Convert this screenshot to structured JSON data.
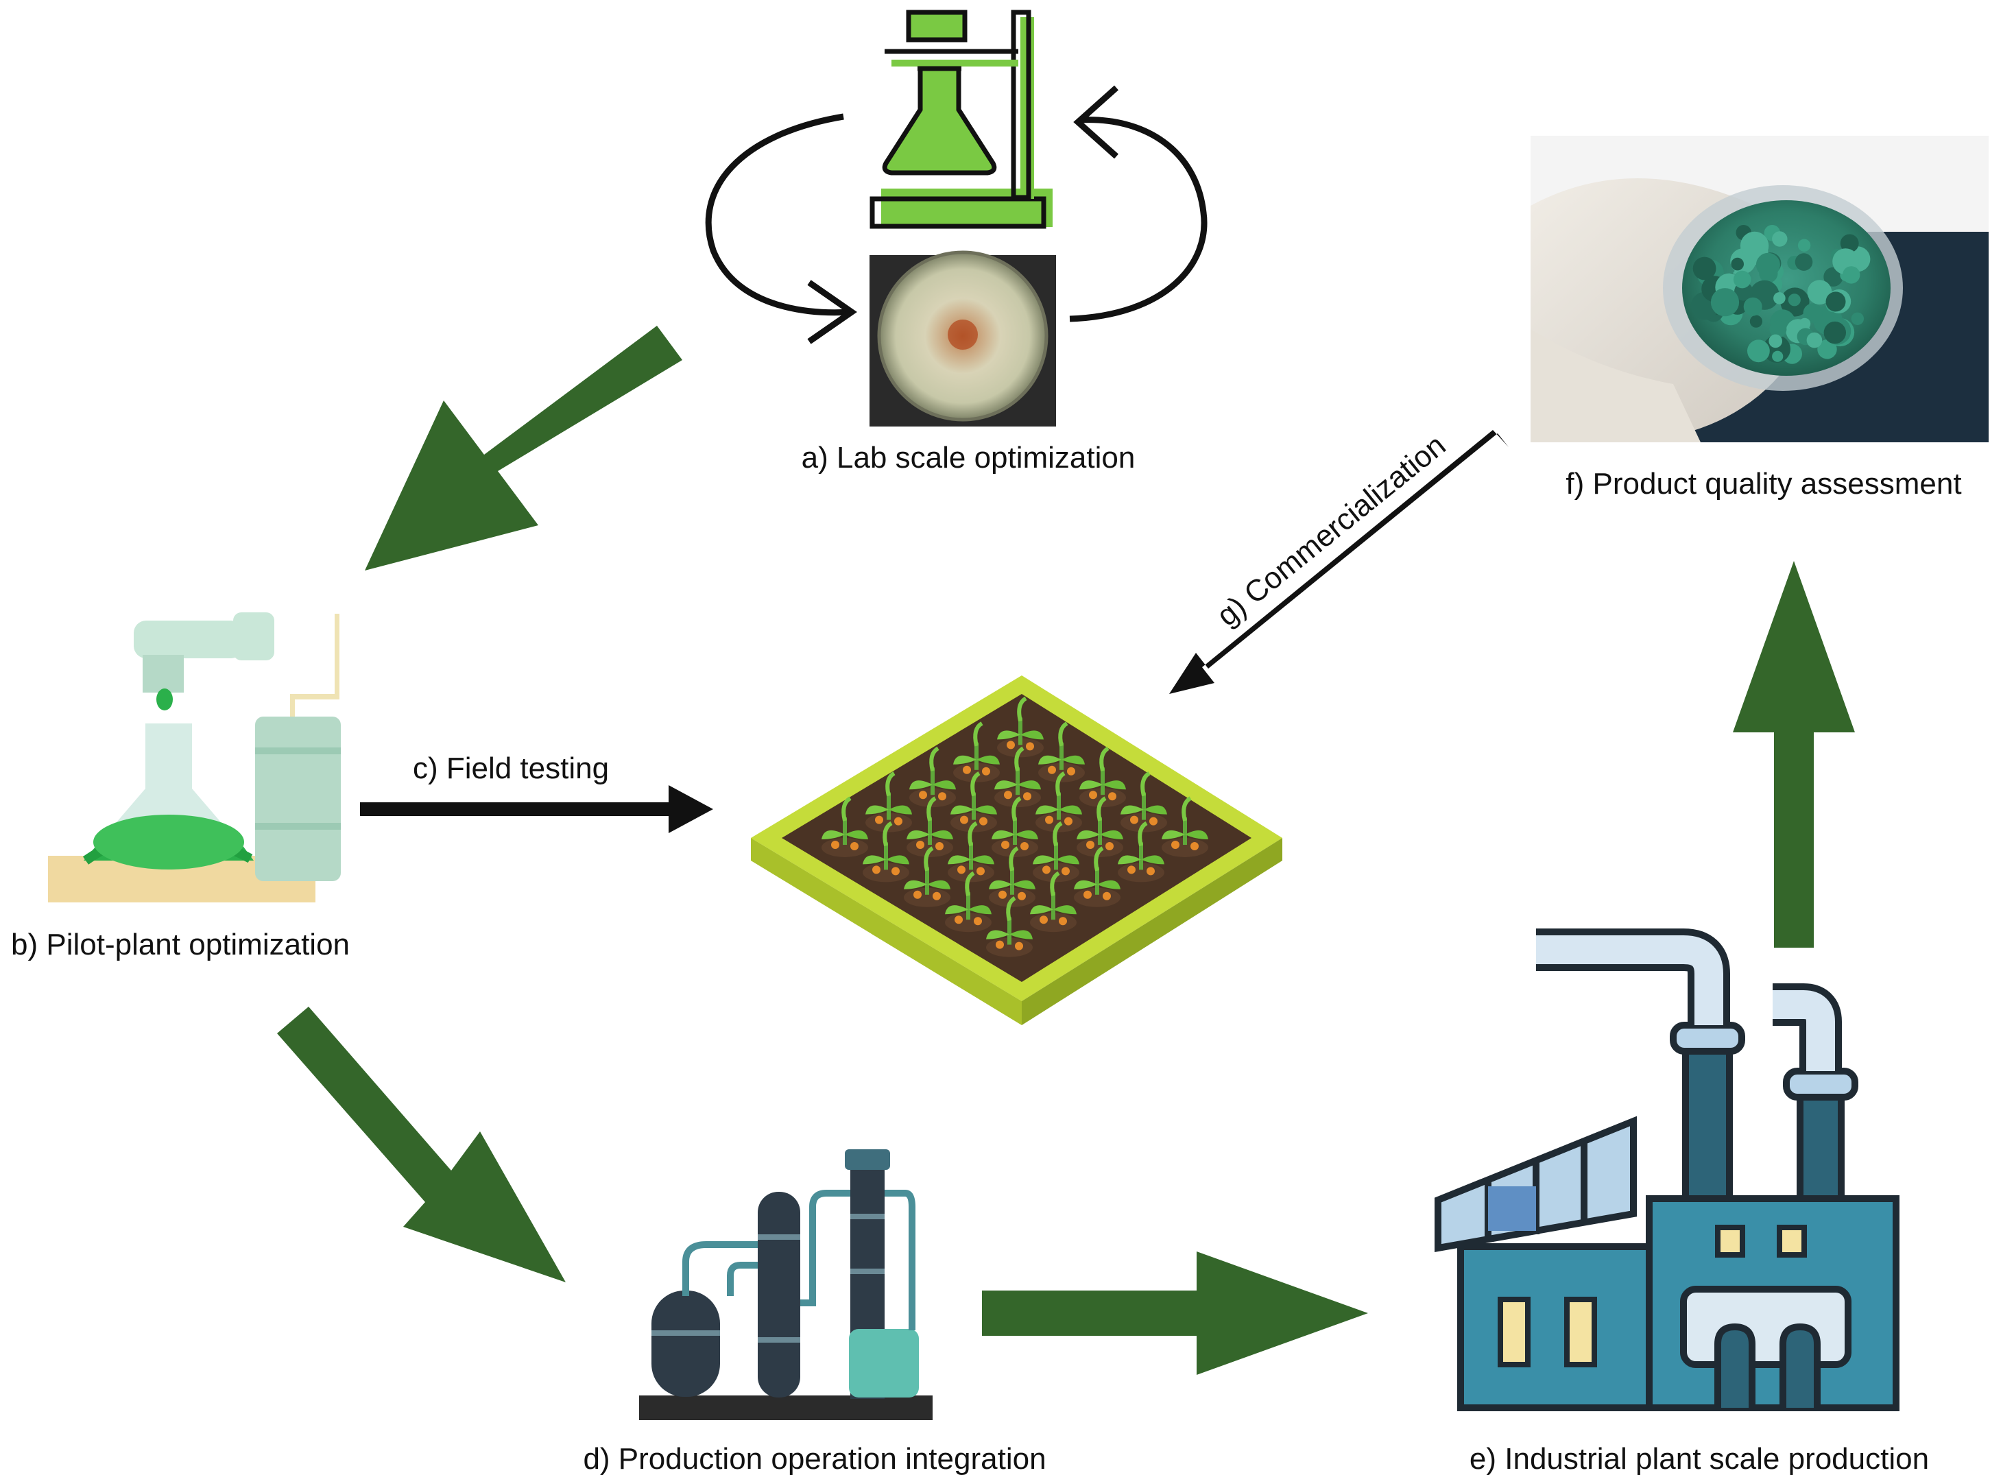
{
  "labels": {
    "lab": "a) Lab scale optimization",
    "pilot": "b) Pilot-plant optimization",
    "field": "c) Field testing",
    "production": "d) Production operation integration",
    "industrial": "e) Industrial plant scale production",
    "quality": "f) Product quality assessment",
    "commercial": "g) Commercialization"
  },
  "colors": {
    "arrow_green": "#34662a",
    "flask_green": "#7ac943",
    "field_soil": "#4a3324",
    "field_rim": "#c5dc3a",
    "factory_teal": "#3a8fa8",
    "factory_dark": "#1f2a33",
    "refinery_dark": "#2e3b47",
    "refinery_teal": "#5fbfb0"
  }
}
